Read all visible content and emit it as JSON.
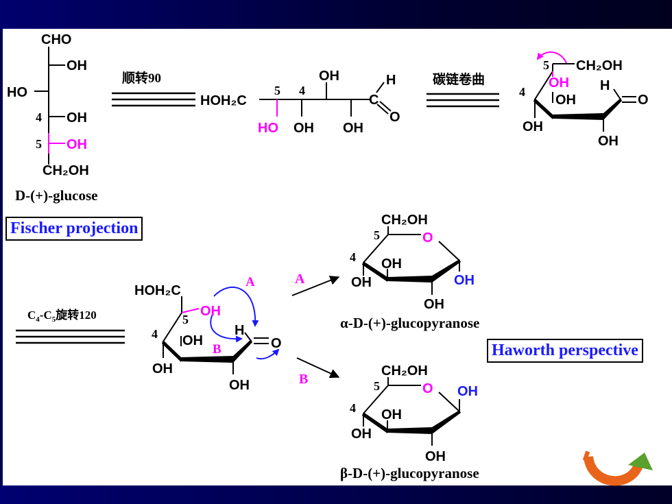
{
  "fischer": {
    "top": "CHO",
    "oh": "OH",
    "ho": "HO",
    "c4": "4",
    "c5": "5",
    "bottom": "CH₂OH",
    "name": "D-(+)-glucose"
  },
  "steps": {
    "rotate90": "顺转90",
    "coil": "碳链卷曲",
    "c4c5_c": "C",
    "c4c5_4": "4",
    "c4c5_sep": "-C",
    "c4c5_5": "5",
    "c4c5_rot": "旋转120"
  },
  "chain": {
    "hoh2c": "HOH₂C",
    "n5": "5",
    "n4": "4",
    "ho": "HO",
    "oh": "OH",
    "h": "H",
    "c": "C",
    "o": "O"
  },
  "ring": {
    "ch2oh": "CH₂OH",
    "hoh2c": "HOH₂C",
    "oh": "OH",
    "o": "O",
    "h": "H",
    "n4": "4",
    "n5": "5",
    "pathA": "A",
    "pathB": "B"
  },
  "products": {
    "alpha_name": "α-D-(+)-glucopyranose",
    "beta_name": "β-D-(+)-glucopyranose"
  },
  "boxes": {
    "fischer": "Fischer projection",
    "haworth": "Haworth perspective"
  },
  "colors": {
    "magenta": "#ff00ff",
    "blue": "#1a1aff",
    "nav_orange": "#e8641a",
    "nav_green": "#5aa02c"
  },
  "nav": {
    "icon": "u-turn-arrow-icon"
  }
}
